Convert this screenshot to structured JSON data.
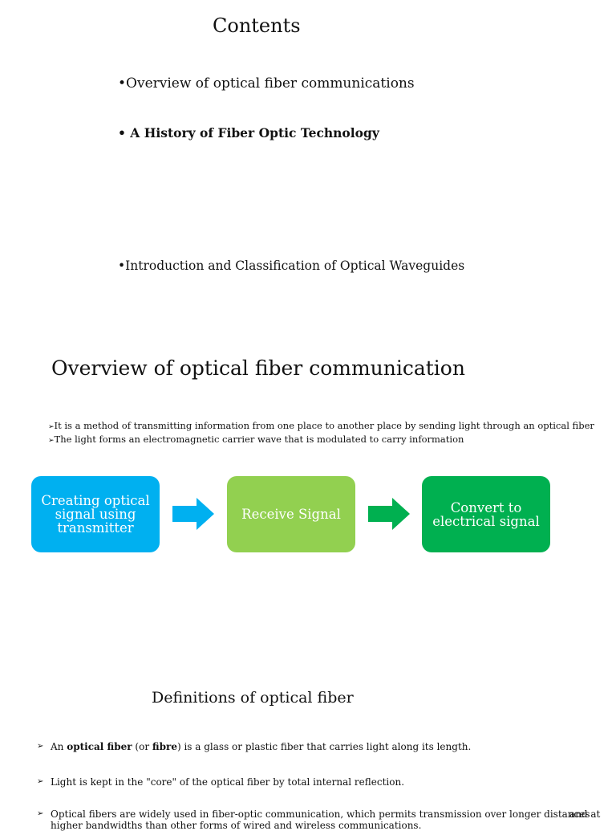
{
  "contents": {
    "title": "Contents",
    "items": [
      "•Overview of optical fiber communications",
      "• A History of Fiber Optic Technology",
      "•Introduction and Classification of Optical Waveguides"
    ]
  },
  "overview": {
    "title": "Overview of optical fiber communication",
    "bullet_marker": "➢",
    "bullets": [
      "It is a method of transmitting information from one place to another place by sending light through an optical fiber",
      "The light forms an electromagnetic carrier wave that is modulated to carry information"
    ]
  },
  "flow": {
    "steps": [
      {
        "label": "Creating optical\nsignal using\ntransmitter",
        "color": "#00b0f0"
      },
      {
        "label": "Receive Signal",
        "color": "#92d050"
      },
      {
        "label": "Convert to\nelectrical signal",
        "color": "#00b050"
      }
    ],
    "arrow_colors": [
      "#00b0f0",
      "#00b050"
    ]
  },
  "definitions": {
    "title": "Definitions of optical fiber",
    "marker": "➢",
    "item1": {
      "pre": "An ",
      "bold1": "optical fiber",
      "mid": " (or ",
      "bold2": "fibre",
      "post": ") is a glass or plastic fiber that carries light along its length."
    },
    "item2": "Light is kept in the \"core\" of the optical fiber by total internal reflection.",
    "item3": "Optical fibers are widely used in fiber-optic communication, which permits transmission over longer distances",
    "item3_trail": "and at",
    "item3_cont": "higher bandwidths than other forms of wired and wireless communications."
  },
  "colors": {
    "text": "#111111",
    "background": "#ffffff"
  }
}
